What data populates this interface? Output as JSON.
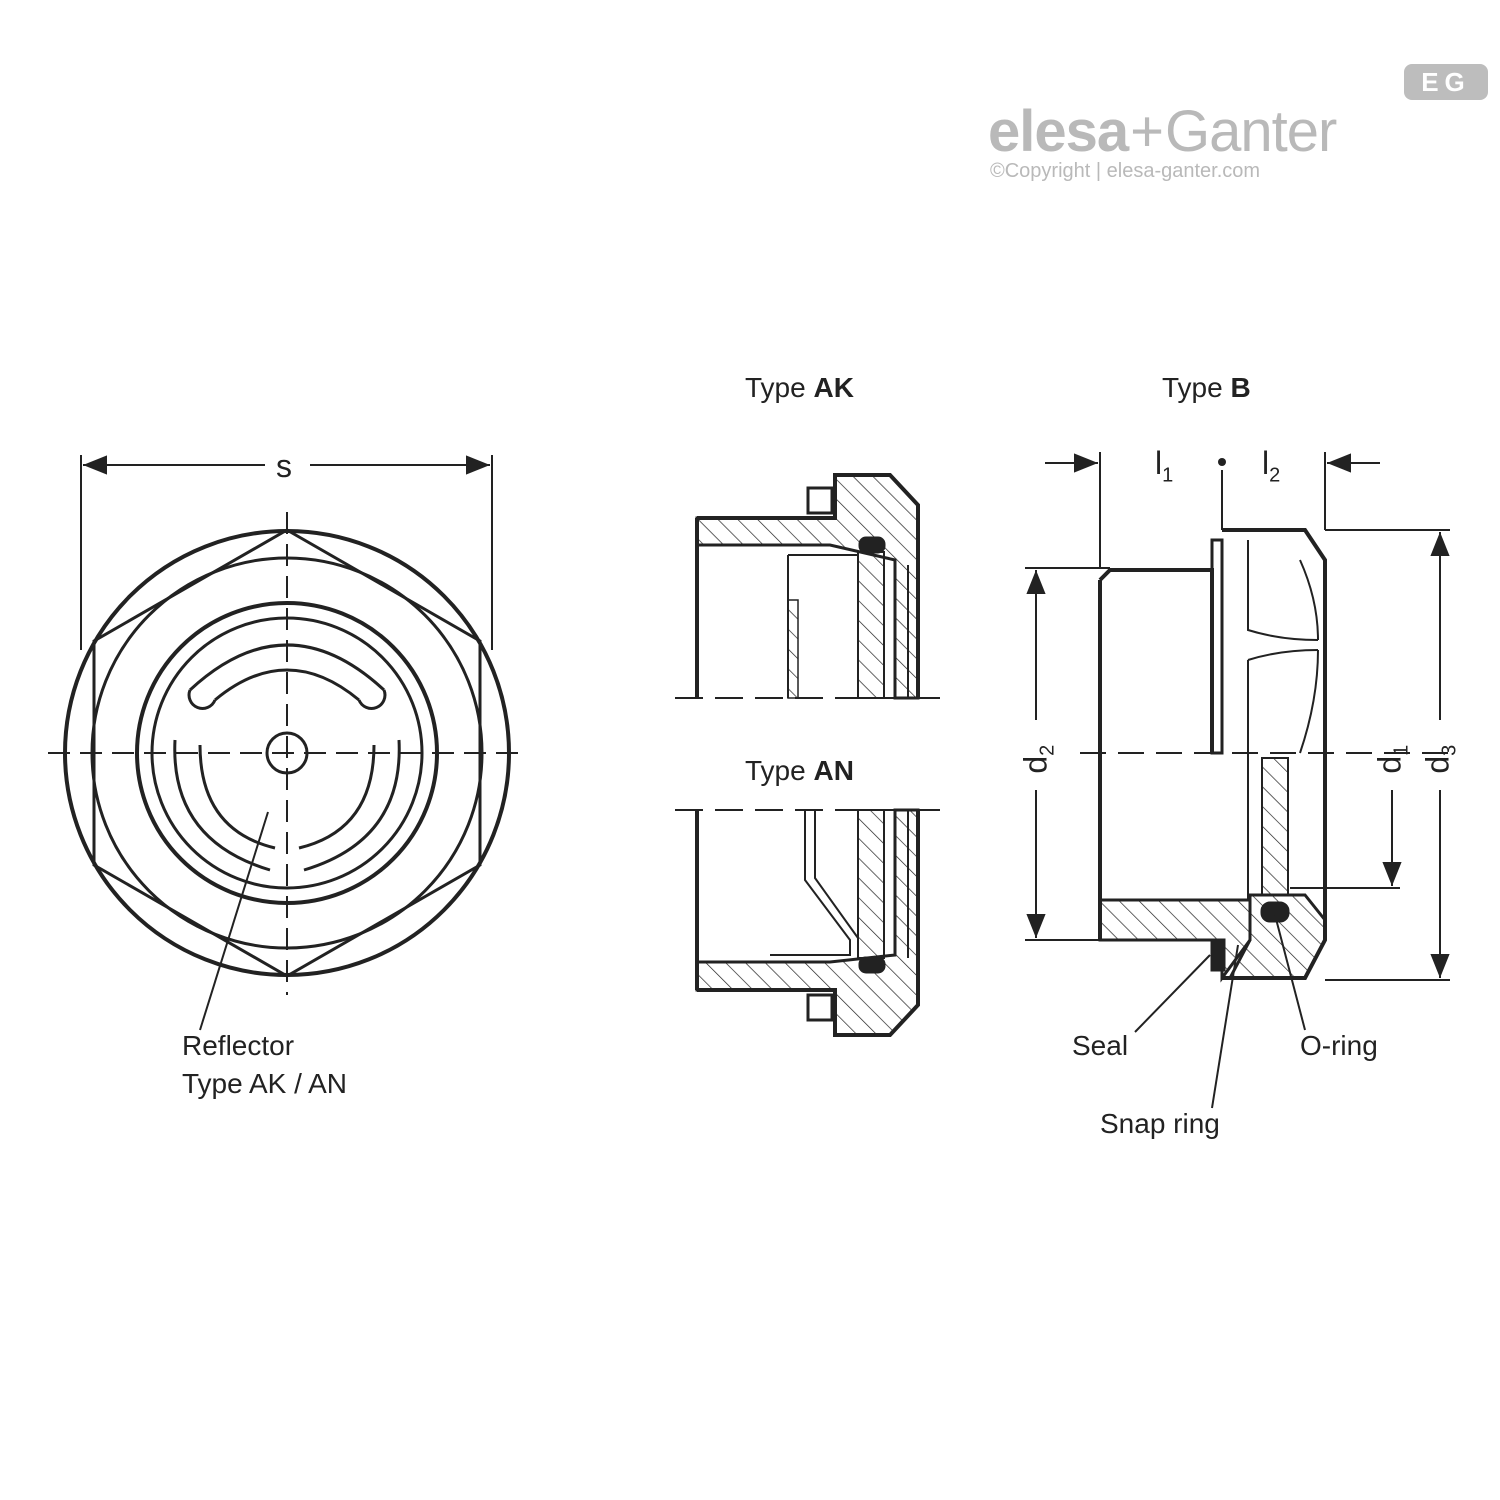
{
  "logo": {
    "brand_left": "elesa",
    "plus": "+",
    "brand_right": "Ganter",
    "badge": "EG",
    "copyright": "©Copyright | elesa-ganter.com"
  },
  "views": {
    "type_ak": {
      "prefix": "Type ",
      "code": "AK"
    },
    "type_an": {
      "prefix": "Type ",
      "code": "AN"
    },
    "type_b": {
      "prefix": "Type ",
      "code": "B"
    }
  },
  "dimensions": {
    "s": "s",
    "l1": {
      "base": "l",
      "sub": "1"
    },
    "l2": {
      "base": "l",
      "sub": "2"
    },
    "d1": {
      "base": "d",
      "sub": "1"
    },
    "d2": {
      "base": "d",
      "sub": "2"
    },
    "d3": {
      "base": "d",
      "sub": "3"
    }
  },
  "callouts": {
    "reflector_line1": "Reflector",
    "reflector_line2": "Type AK / AN",
    "seal": "Seal",
    "o_ring": "O-ring",
    "snap_ring": "Snap ring"
  },
  "colors": {
    "line": "#222222",
    "logo_gray": "#b9b9b9"
  }
}
